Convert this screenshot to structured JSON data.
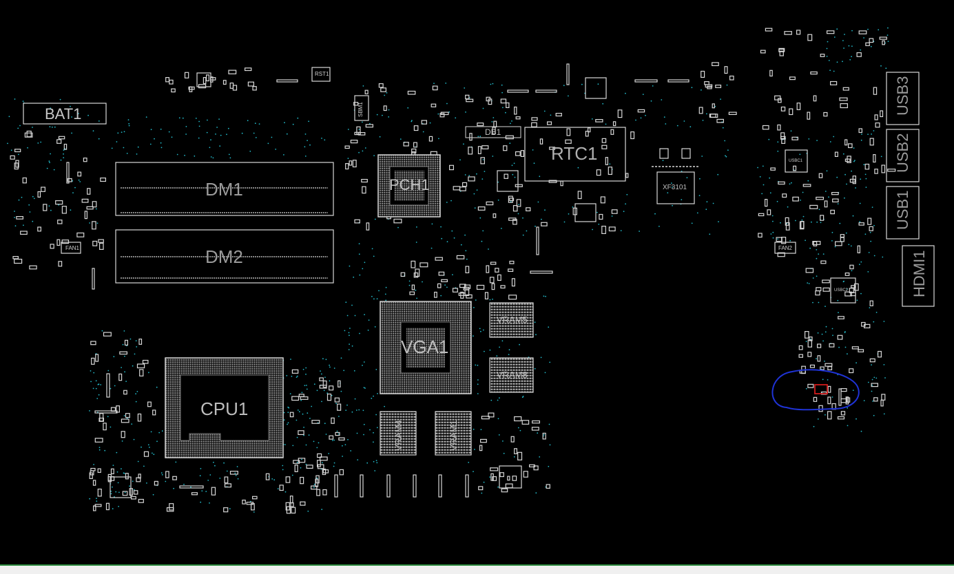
{
  "colors": {
    "background": "#000000",
    "outline": "#d8d8d8",
    "label": "#9a9a9a",
    "via": "#22b8c8",
    "highlight_circle": "#1f33d6",
    "highlight_box": "#d01c1c"
  },
  "components": {
    "bat1": "BAT1",
    "dm1": "DM1",
    "dm2": "DM2",
    "pch1": "PCH1",
    "rtc1": "RTC1",
    "db1": "DB1",
    "xf3101": "XF3101",
    "vga1": "VGA1",
    "vram5": "VRAM5",
    "vram8": "VRAM8",
    "vram4": "VRAM4",
    "vram1": "VRAM1",
    "cpu1": "CPU1",
    "usb3": "USB3",
    "usb2": "USB2",
    "usb1": "USB1",
    "hdmi1": "HDMI1",
    "fan1": "FAN1",
    "fan2": "FAN2",
    "sbm1": "SBM1",
    "rst1": "RST1",
    "usbc1": "USBC1",
    "usbc2": "USBC2"
  }
}
